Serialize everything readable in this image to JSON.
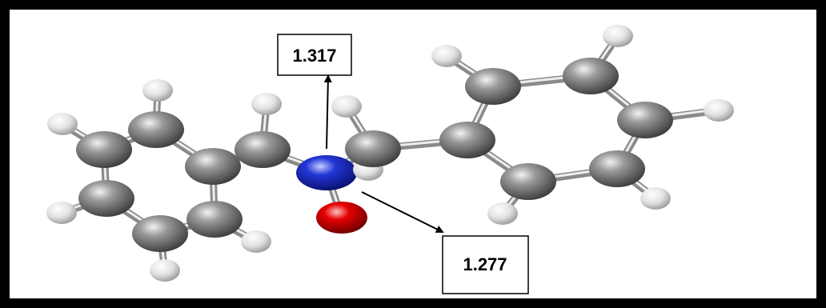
{
  "molecule": {
    "annotations": [
      {
        "id": "bond-length-cn",
        "value": "1.317"
      },
      {
        "id": "bond-length-no",
        "value": "1.277"
      }
    ],
    "atom_colors": {
      "carbon": "#6f6f6f",
      "hydrogen": "#dcdcdc",
      "nitrogen": "#1f33c8",
      "oxygen": "#d00000"
    },
    "frame_color": "#000000"
  }
}
